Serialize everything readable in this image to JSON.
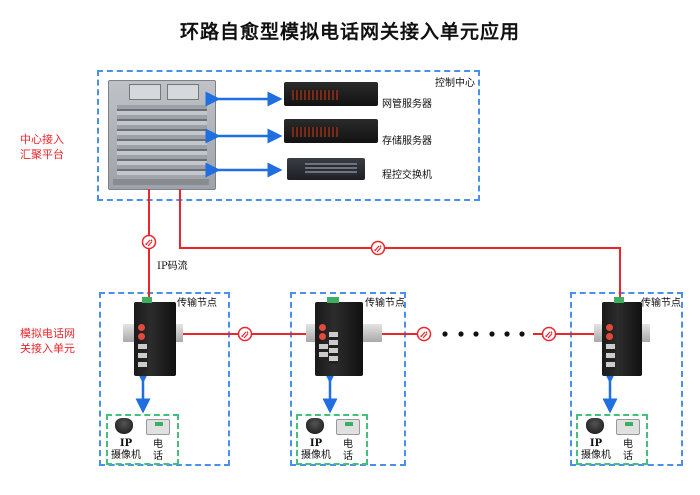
{
  "title": "环路自愈型模拟电话网关接入单元应用",
  "control_center": {
    "label": "控制中心",
    "devices": [
      {
        "label": "网管服务器",
        "icon": "server-icon"
      },
      {
        "label": "存储服务器",
        "icon": "server-icon"
      },
      {
        "label": "程控交换机",
        "icon": "pbx-icon"
      }
    ]
  },
  "left_labels": {
    "center": [
      "中心接入",
      "汇聚平台"
    ],
    "access": [
      "模拟电话网",
      "关接入单元"
    ]
  },
  "stream_label": "IP码流",
  "nodes": [
    {
      "label": "传输节点",
      "camera": [
        "IP",
        "摄像机"
      ],
      "phone": [
        "电",
        "话"
      ]
    },
    {
      "label": "传输节点",
      "camera": [
        "IP",
        "摄像机"
      ],
      "phone": [
        "电",
        "话"
      ]
    },
    {
      "label": "传输节点",
      "camera": [
        "IP",
        "摄像机"
      ],
      "phone": [
        "电",
        "话"
      ]
    }
  ],
  "colors": {
    "fiber": "#e8262b",
    "ethernet_arrow": "#1f6fe0",
    "control_box": "#4a8fe8",
    "endpoint_box": "#44c07a"
  }
}
